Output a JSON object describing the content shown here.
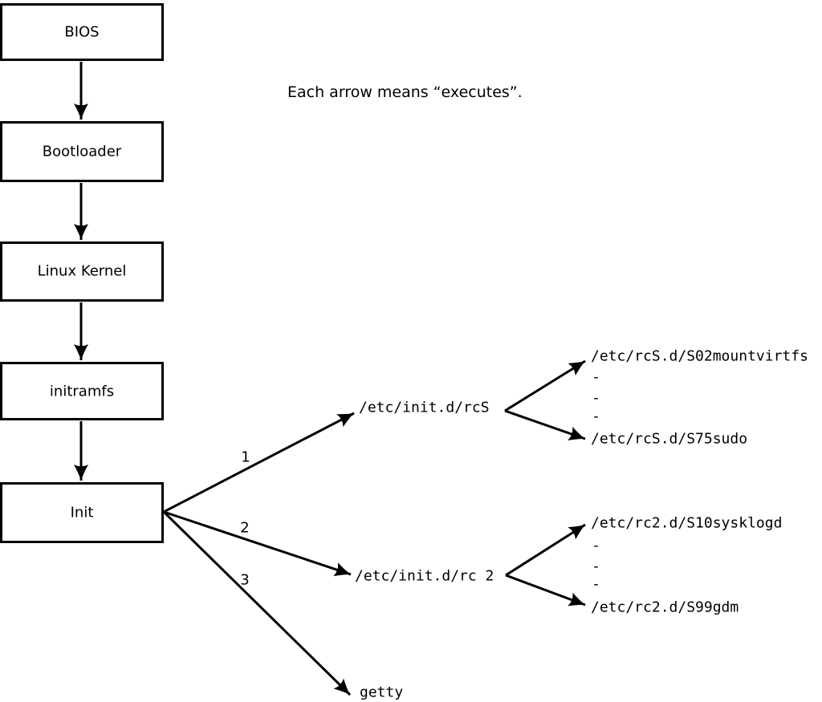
{
  "note": "Each arrow means “executes”.",
  "colors": {
    "foreground": "#000000",
    "background": "#ffffff",
    "box_fill": "#ffffff"
  },
  "chain": [
    {
      "label": "BIOS"
    },
    {
      "label": "Bootloader"
    },
    {
      "label": "Linux Kernel"
    },
    {
      "label": "initramfs"
    },
    {
      "label": "Init"
    }
  ],
  "branches": [
    {
      "number": "1",
      "target": "/etc/init.d/rcS",
      "children": [
        "/etc/rcS.d/S02mountvirtfs",
        "-",
        "-",
        "-",
        "/etc/rcS.d/S75sudo"
      ]
    },
    {
      "number": "2",
      "target": "/etc/init.d/rc 2",
      "children": [
        "/etc/rc2.d/S10sysklogd",
        "-",
        "-",
        "-",
        "/etc/rc2.d/S99gdm"
      ]
    },
    {
      "number": "3",
      "target": "getty",
      "children": []
    }
  ]
}
